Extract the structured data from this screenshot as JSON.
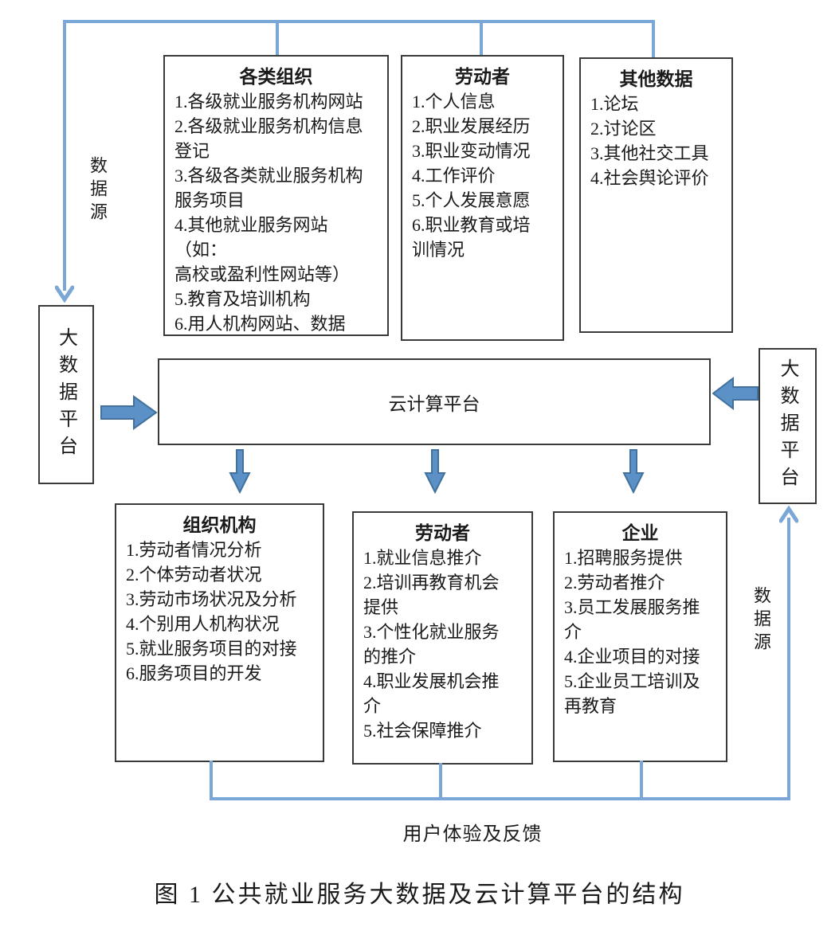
{
  "palette": {
    "line_blue": "#7ba7d7",
    "arrow_fill": "#5b91c7",
    "arrow_stroke": "#41719c",
    "box_border": "#3a3a3a"
  },
  "labels": {
    "data_source_left": "数据源",
    "data_source_right": "数据源",
    "big_data_left": "大数据平台",
    "big_data_right": "大数据平台",
    "cloud_platform": "云计算平台",
    "feedback": "用户体验及反馈",
    "caption": "图 1  公共就业服务大数据及云计算平台的结构"
  },
  "top_boxes": [
    {
      "title": "各类组织",
      "items": [
        "1.各级就业服务机构网站",
        "2.各级就业服务机构信息\n登记",
        "3.各级各类就业服务机构\n服务项目",
        "4.其他就业服务网站（如：\n高校或盈利性网站等）",
        "5.教育及培训机构",
        "6.用人机构网站、数据"
      ]
    },
    {
      "title": "劳动者",
      "items": [
        "1.个人信息",
        "2.职业发展经历",
        "3.职业变动情况",
        "4.工作评价",
        "5.个人发展意愿",
        "6.职业教育或培\n训情况"
      ]
    },
    {
      "title": "其他数据",
      "items": [
        "1.论坛",
        "2.讨论区",
        "3.其他社交工具",
        "4.社会舆论评价"
      ]
    }
  ],
  "bottom_boxes": [
    {
      "title": "组织机构",
      "items": [
        "1.劳动者情况分析",
        "2.个体劳动者状况",
        "3.劳动市场状况及分析",
        "4.个别用人机构状况",
        "5.就业服务项目的对接",
        "6.服务项目的开发"
      ]
    },
    {
      "title": "劳动者",
      "items": [
        "1.就业信息推介",
        "2.培训再教育机会\n提供",
        "3.个性化就业服务\n的推介",
        "4.职业发展机会推\n介",
        "5.社会保障推介"
      ]
    },
    {
      "title": "企业",
      "items": [
        "1.招聘服务提供",
        "2.劳动者推介",
        "3.员工发展服务推\n介",
        "4.企业项目的对接",
        "5.企业员工培训及\n再教育"
      ]
    }
  ]
}
